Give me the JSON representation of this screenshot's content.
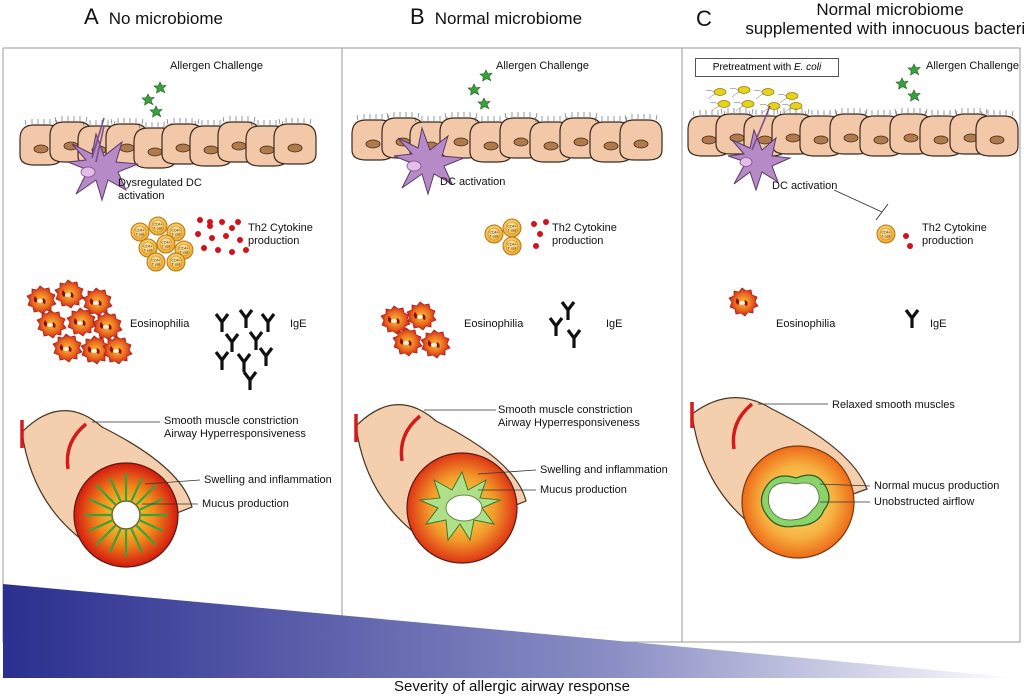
{
  "panels": [
    {
      "letter": "A",
      "title": "No microbiome",
      "allergen": "Allergen Challenge",
      "dc": "Dysregulated DC activation",
      "th2": "Th2 Cytokine production",
      "eos": "Eosinophilia",
      "ige": "IgE",
      "smooth1": "Smooth muscle constriction",
      "smooth2": "Airway Hyperresponsiveness",
      "swell": "Swelling and inflammation",
      "mucus": "Mucus production"
    },
    {
      "letter": "B",
      "title": "Normal microbiome",
      "allergen": "Allergen Challenge",
      "dc": "DC activation",
      "th2": "Th2 Cytokine production",
      "eos": "Eosinophilia",
      "ige": "IgE",
      "smooth1": "Smooth muscle constriction",
      "smooth2": "Airway Hyperresponsiveness",
      "swell": "Swelling and inflammation",
      "mucus": "Mucus production"
    },
    {
      "letter": "C",
      "title1": "Normal microbiome",
      "title2": "supplemented with innocuous bacteria",
      "pretreat": "Pretreatment with",
      "pretreat_species": "E. coli",
      "allergen": "Allergen Challenge",
      "dc": "DC activation",
      "th2": "Th2 Cytokine production",
      "eos": "Eosinophilia",
      "ige": "IgE",
      "relaxed": "Relaxed smooth muscles",
      "normal_mucus": "Normal mucus production",
      "airflow": "Unobstructed airflow"
    }
  ],
  "cell_label": "CD4+ T cell",
  "footer": "Severity of allergic airway response",
  "colors": {
    "epithelium": "#f2c8a8",
    "dc": "#b58ac7",
    "tcell": "#f0b43a",
    "cytokine": "#d4101a",
    "eosinophil": "#e8631e",
    "airway": "#f4cfae",
    "gradient_start": "#2b2f8f",
    "gradient_end": "#ffffff",
    "allergen": "#3aa23a",
    "ecoli": "#e6d21a"
  }
}
